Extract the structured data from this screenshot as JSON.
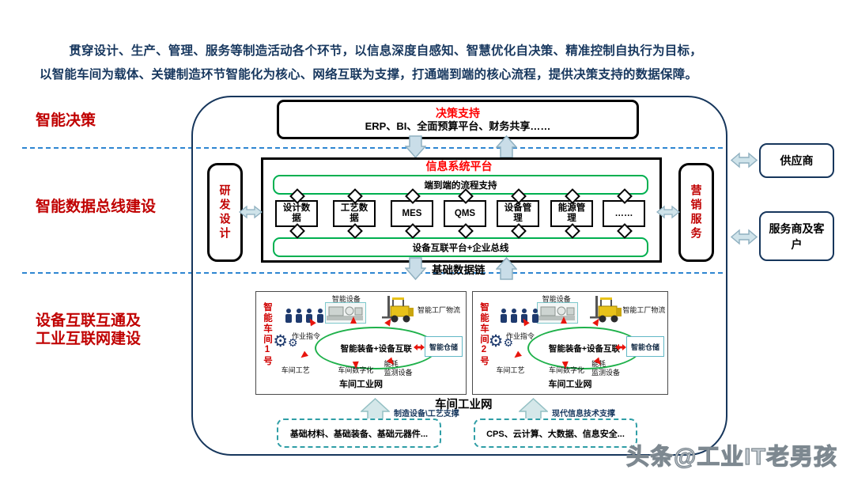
{
  "header": {
    "line1": "贯穿设计、生产、管理、服务等制造活动各个环节，以信息深度自感知、智慧优化自决策、精准控制自执行为目标，",
    "line2": "以智能车间为载体、关键制造环节智能化为核心、网络互联为支撑，打通端到端的核心流程，提供决策支持的数据保障。"
  },
  "stages": [
    {
      "label": "智能决策"
    },
    {
      "label": "智能数据总线建设"
    },
    {
      "line1": "设备互联互通及",
      "line2": "工业互联网建设"
    }
  ],
  "decision": {
    "title": "决策支持",
    "subtitle": "ERP、BI、全面预算平台、财务共享……"
  },
  "platform": {
    "title": "信息系统平台",
    "process_bus": "端到端的流程支持",
    "device_bus": "设备互联平台+企业总线",
    "systems": [
      "设计数据",
      "工艺数据",
      "MES",
      "QMS",
      "设备管理",
      "能源管理",
      "……"
    ]
  },
  "sides": {
    "left": "研发设计",
    "right": "营销服务"
  },
  "external": {
    "supplier": "供应商",
    "customer": "服务商及客户"
  },
  "data_chain": "基础数据链",
  "workshops": [
    {
      "name": "智能车间1号",
      "device": "智能设备",
      "logistics": "智能工厂物流",
      "instruction": "作业指令",
      "hub": "智能装备+设备互联",
      "warehouse": "智能仓储",
      "craft": "车间工艺",
      "digital": "车间数字化",
      "energy1": "能耗",
      "energy2": "监测设备",
      "network": "车间工业网"
    },
    {
      "name": "智能车间2号",
      "device": "智能设备",
      "logistics": "智能工厂物流",
      "instruction": "作业指令",
      "hub": "智能装备+设备互联",
      "warehouse": "智能仓储",
      "craft": "车间工艺",
      "digital": "车间数字化",
      "energy1": "能耗",
      "energ2_unused": "",
      "energy2": "监测设备",
      "network": "车间工业网"
    }
  ],
  "bottom": {
    "network": "车间工业网",
    "left_support": "制造设备\\工艺支撑",
    "right_support": "现代信息技术支撑",
    "left_foundation": "基础材料、基础装备、基础元器件...",
    "right_foundation": "CPS、云计算、大数据、信息安全..."
  },
  "watermark": "头条@工业IT老男孩",
  "icons": {
    "gear_glyph": "⚙"
  },
  "colors": {
    "stage_red": "#c00000",
    "title_red": "#ff0000",
    "navy_text": "#17375e",
    "container_navy": "#16365c",
    "bus_green": "#00b050",
    "teal_dashed": "#2f9ea6",
    "dash_line_blue": "#2e86d1",
    "block_arrow_fill": "#c9dde8",
    "red_arrow": "#e8150d"
  }
}
